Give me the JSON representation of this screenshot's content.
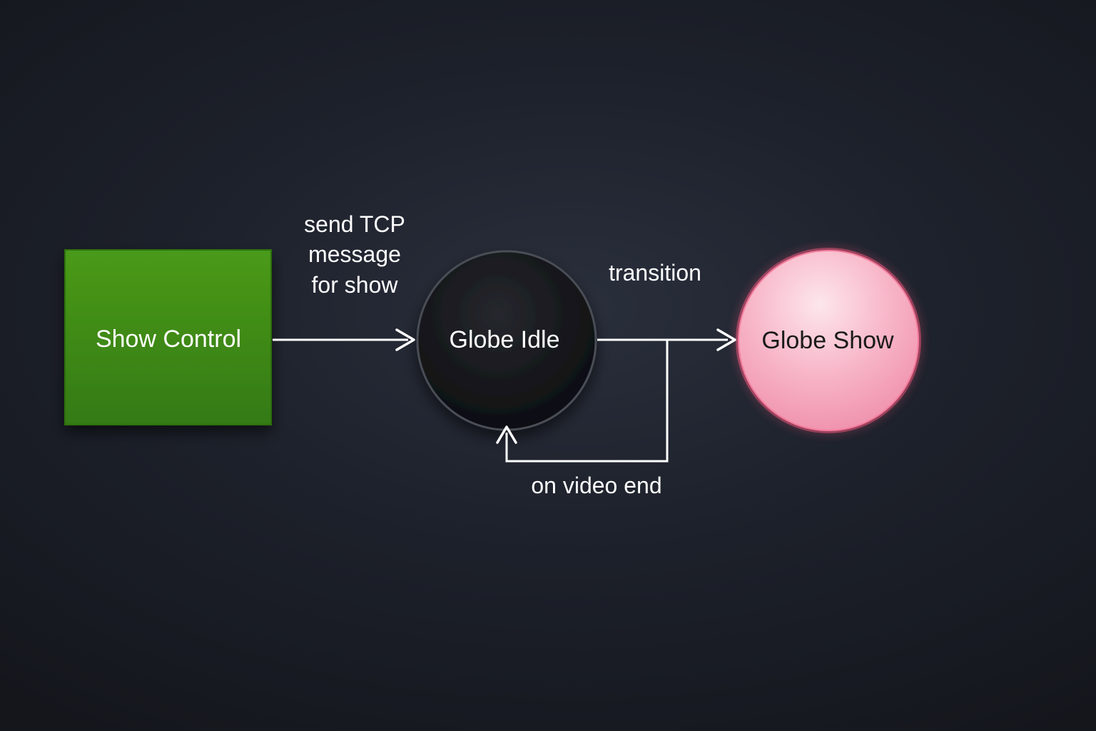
{
  "diagram": {
    "nodes": {
      "show_control": {
        "label": "Show Control",
        "color": "#3f8a16",
        "text_color": "#ffffff"
      },
      "globe_idle": {
        "label": "Globe Idle",
        "color": "#111216",
        "text_color": "#ffffff"
      },
      "globe_show": {
        "label": "Globe Show",
        "color": "#f6a3bd",
        "text_color": "#1a1a1a"
      }
    },
    "edges": {
      "send_tcp": {
        "label_lines": [
          "send TCP",
          "message",
          "for show"
        ]
      },
      "transition": {
        "label": "transition"
      },
      "video_end": {
        "label": "on video end"
      }
    },
    "colors": {
      "background": "#1d212b",
      "connector": "#ffffff",
      "glow": "#ff4f7a"
    }
  }
}
